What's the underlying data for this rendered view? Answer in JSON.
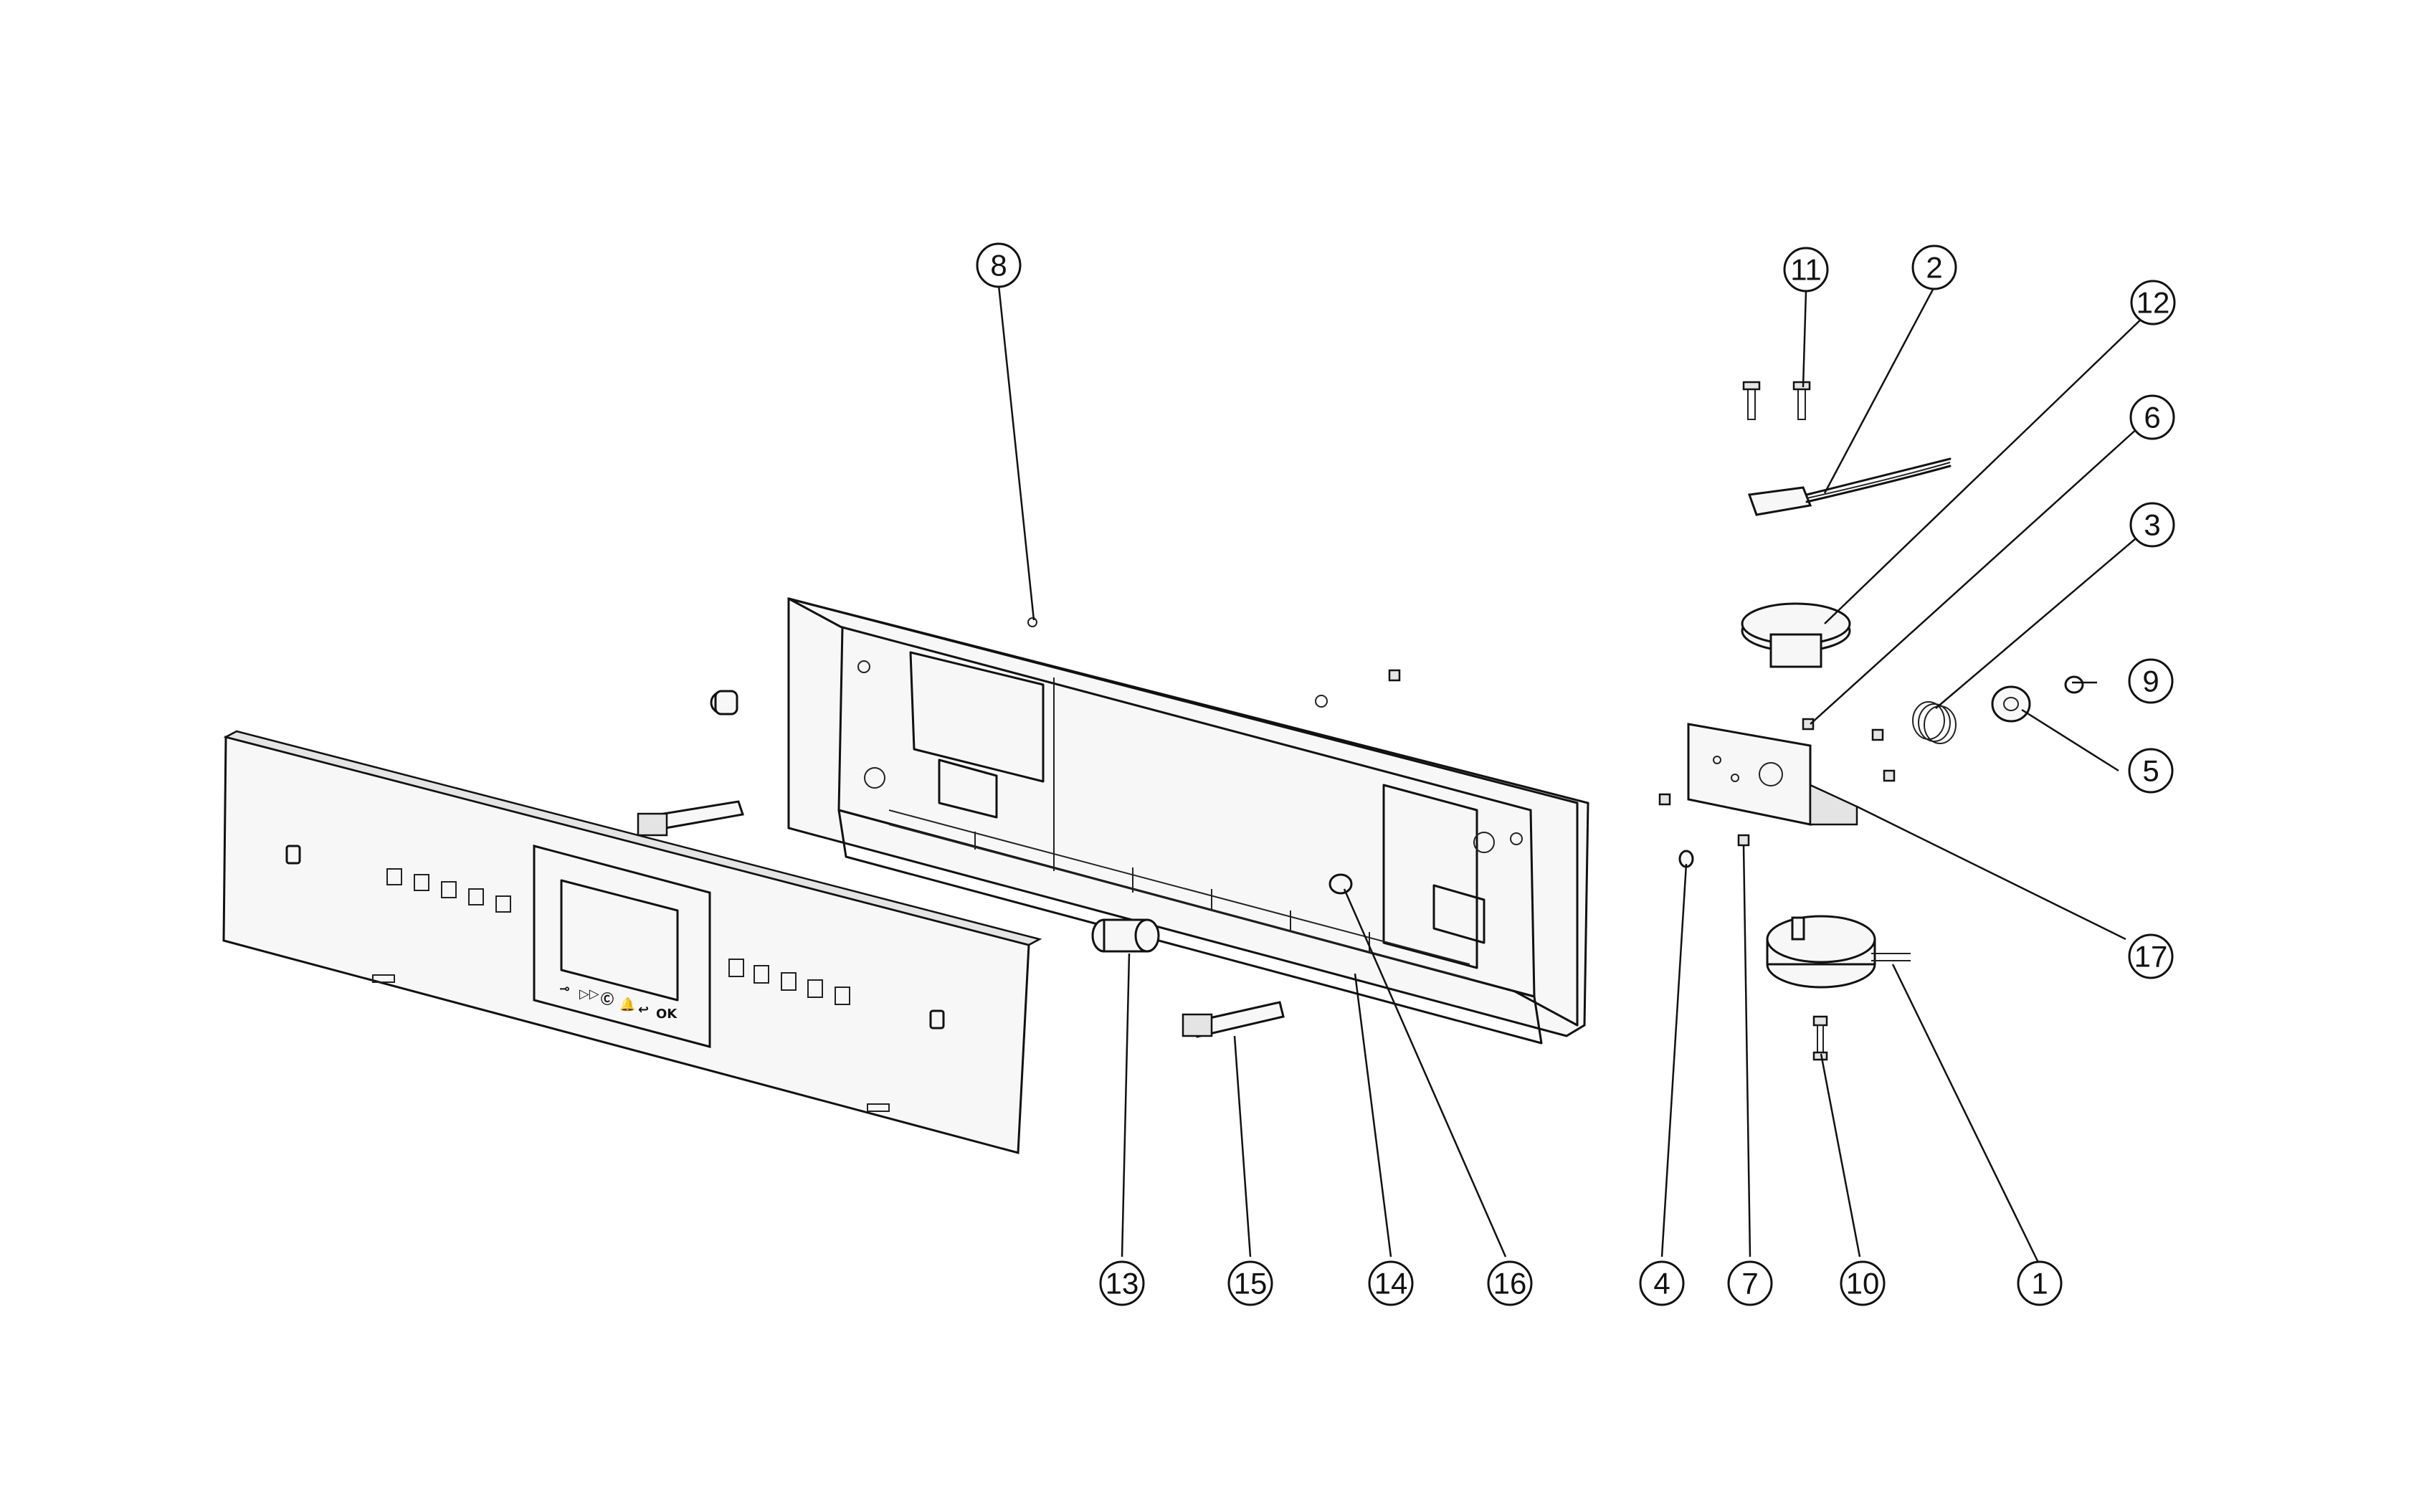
{
  "diagram": {
    "callouts": [
      {
        "id": "c1",
        "label": "1"
      },
      {
        "id": "c2",
        "label": "2"
      },
      {
        "id": "c3",
        "label": "3"
      },
      {
        "id": "c4",
        "label": "4"
      },
      {
        "id": "c5",
        "label": "5"
      },
      {
        "id": "c6",
        "label": "6"
      },
      {
        "id": "c7",
        "label": "7"
      },
      {
        "id": "c8",
        "label": "8"
      },
      {
        "id": "c9",
        "label": "9"
      },
      {
        "id": "c10",
        "label": "10"
      },
      {
        "id": "c11",
        "label": "11"
      },
      {
        "id": "c12",
        "label": "12"
      },
      {
        "id": "c13",
        "label": "13"
      },
      {
        "id": "c14",
        "label": "14"
      },
      {
        "id": "c15",
        "label": "15"
      },
      {
        "id": "c16",
        "label": "16"
      },
      {
        "id": "c17",
        "label": "17"
      }
    ],
    "control_panel": {
      "display_button_labels": [
        "⊸",
        "▷▷",
        "Ⓒ",
        "🔔",
        "↩",
        "OK"
      ]
    }
  }
}
